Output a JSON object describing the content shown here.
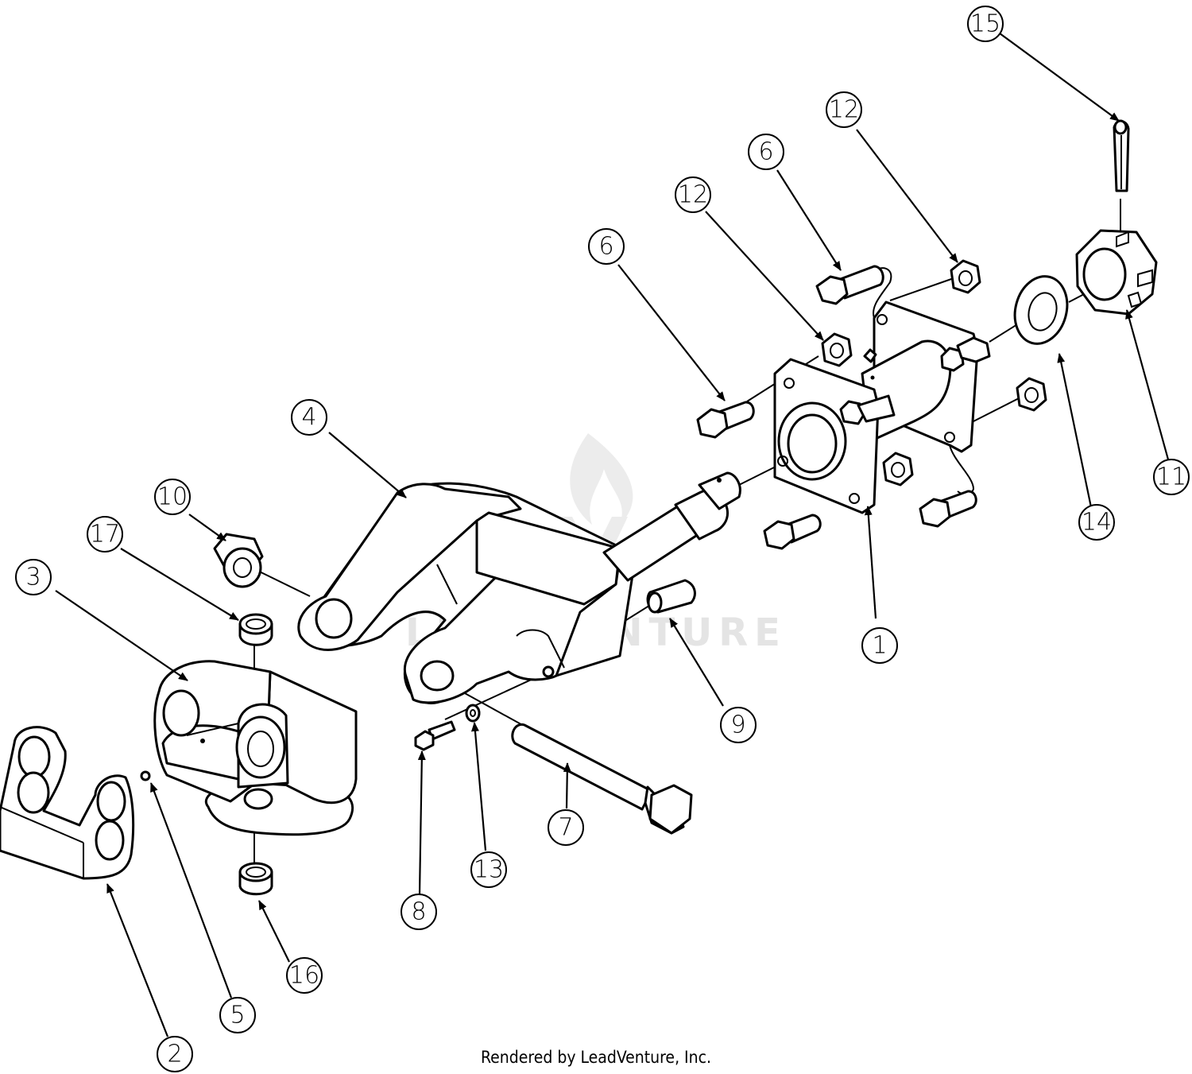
{
  "diagram": {
    "watermark": "LEADVENTURE",
    "footer": "Rendered by LeadVenture, Inc.",
    "callouts": [
      {
        "id": "c15",
        "label": "15"
      },
      {
        "id": "c12a",
        "label": "12"
      },
      {
        "id": "c6a",
        "label": "6"
      },
      {
        "id": "c12b",
        "label": "12"
      },
      {
        "id": "c6b",
        "label": "6"
      },
      {
        "id": "c4",
        "label": "4"
      },
      {
        "id": "c10",
        "label": "10"
      },
      {
        "id": "c17",
        "label": "17"
      },
      {
        "id": "c3",
        "label": "3"
      },
      {
        "id": "c1",
        "label": "1"
      },
      {
        "id": "c14",
        "label": "14"
      },
      {
        "id": "c11",
        "label": "11"
      },
      {
        "id": "c9",
        "label": "9"
      },
      {
        "id": "c7",
        "label": "7"
      },
      {
        "id": "c8",
        "label": "8"
      },
      {
        "id": "c13",
        "label": "13"
      },
      {
        "id": "c16",
        "label": "16"
      },
      {
        "id": "c5",
        "label": "5"
      },
      {
        "id": "c2",
        "label": "2"
      }
    ]
  }
}
